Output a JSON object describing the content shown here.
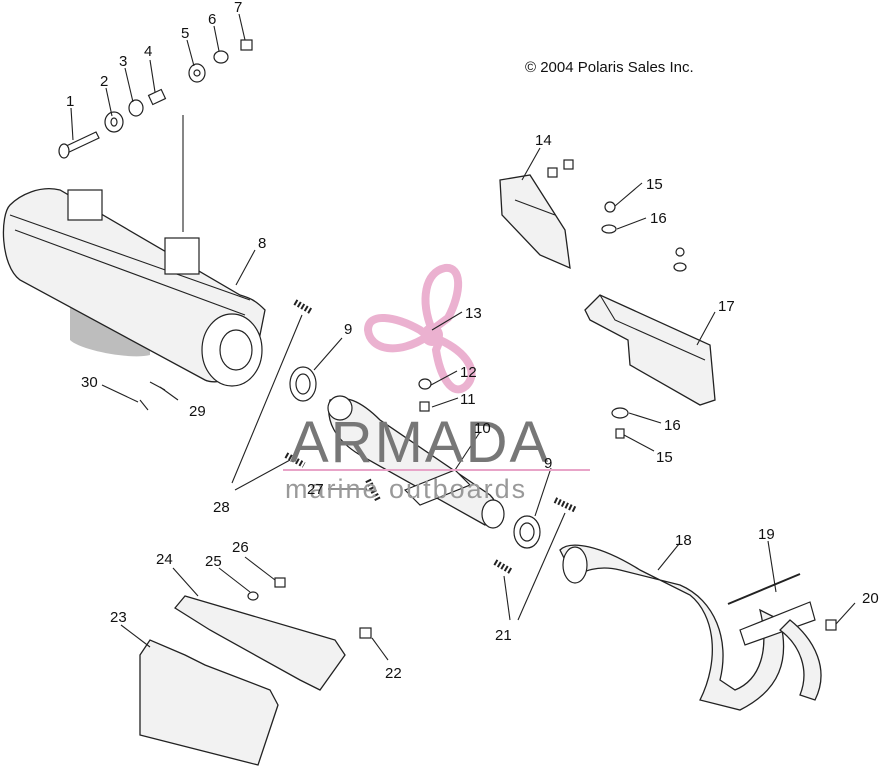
{
  "copyright": "© 2004 Polaris Sales Inc.",
  "watermark": {
    "brand": "ARMADA",
    "tagline": "marine outboards",
    "logo_color": "#e8a4c8"
  },
  "callouts": {
    "c1": "1",
    "c2": "2",
    "c3": "3",
    "c4": "4",
    "c5": "5",
    "c6": "6",
    "c7": "7",
    "c8": "8",
    "c9a": "9",
    "c9b": "9",
    "c10": "10",
    "c11": "11",
    "c12": "12",
    "c13": "13",
    "c14": "14",
    "c15a": "15",
    "c15b": "15",
    "c16a": "16",
    "c16b": "16",
    "c17": "17",
    "c18": "18",
    "c19": "19",
    "c20": "20",
    "c21": "21",
    "c22": "22",
    "c23": "23",
    "c24": "24",
    "c25": "25",
    "c26": "26",
    "c27": "27",
    "c28": "28",
    "c29": "29",
    "c30": "30"
  }
}
